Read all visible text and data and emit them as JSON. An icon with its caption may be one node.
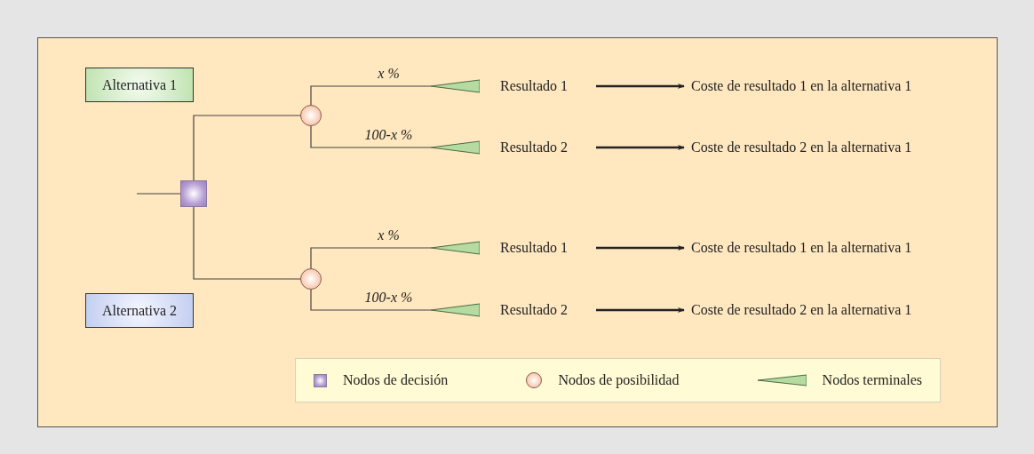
{
  "diagram": {
    "nodes": [
      {
        "text": [
          "Alternativa 1"
        ]
      },
      {
        "text": [],
        "shape": "box"
      },
      {
        "text": [],
        "shape": "circle"
      },
      {
        "text": [],
        "shape": "triangle"
      },
      {
        "text": [
          "Resultado 1"
        ]
      },
      {
        "text": [
          "Coste de resultado 1 en la alternativa 1"
        ]
      },
      {
        "text": [],
        "shape": "triangle"
      },
      {
        "text": [
          "Resultado 2"
        ]
      },
      {
        "text": [
          "Coste de resultado 2 en la alternativa 1"
        ]
      },
      {
        "text": [],
        "shape": "circle"
      },
      {
        "text": [],
        "shape": "triangle"
      },
      {
        "text": [
          "Resultado 1"
        ]
      },
      {
        "text": [
          "Coste de resultado 1 en la alternativa 1"
        ]
      },
      {
        "text": [],
        "shape": "triangle"
      },
      {
        "text": [
          "Resultado 2"
        ]
      },
      {
        "text": [
          "Coste de resultado 2 en la alternativa 1"
        ]
      },
      {
        "text": [
          "Alternativa 2"
        ]
      }
    ],
    "edges": [
      {
        "from": null,
        "to": 1,
        "arrow": "none"
      },
      {
        "from": 1,
        "to": 2,
        "arrow": "none"
      },
      {
        "from": 1,
        "to": 9,
        "arrow": "none"
      },
      {
        "from": 2,
        "to": 3,
        "arrow": "none",
        "label": "x %"
      },
      {
        "from": 2,
        "to": 6,
        "arrow": "none",
        "label": "100-x %"
      },
      {
        "from": 9,
        "to": 10,
        "arrow": "none",
        "label": "x %"
      },
      {
        "from": 9,
        "to": 13,
        "arrow": "none",
        "label": "100-x %"
      },
      {
        "from": 4,
        "to": 5,
        "arrow": "to"
      },
      {
        "from": 7,
        "to": 8,
        "arrow": "to"
      },
      {
        "from": 11,
        "to": 12,
        "arrow": "to"
      },
      {
        "from": 14,
        "to": 15,
        "arrow": "to"
      }
    ],
    "legend": [
      {
        "text": "Nodos de decisión"
      },
      {
        "text": "Nodos de posibilidad"
      },
      {
        "text": "Nodos terminales"
      }
    ]
  }
}
